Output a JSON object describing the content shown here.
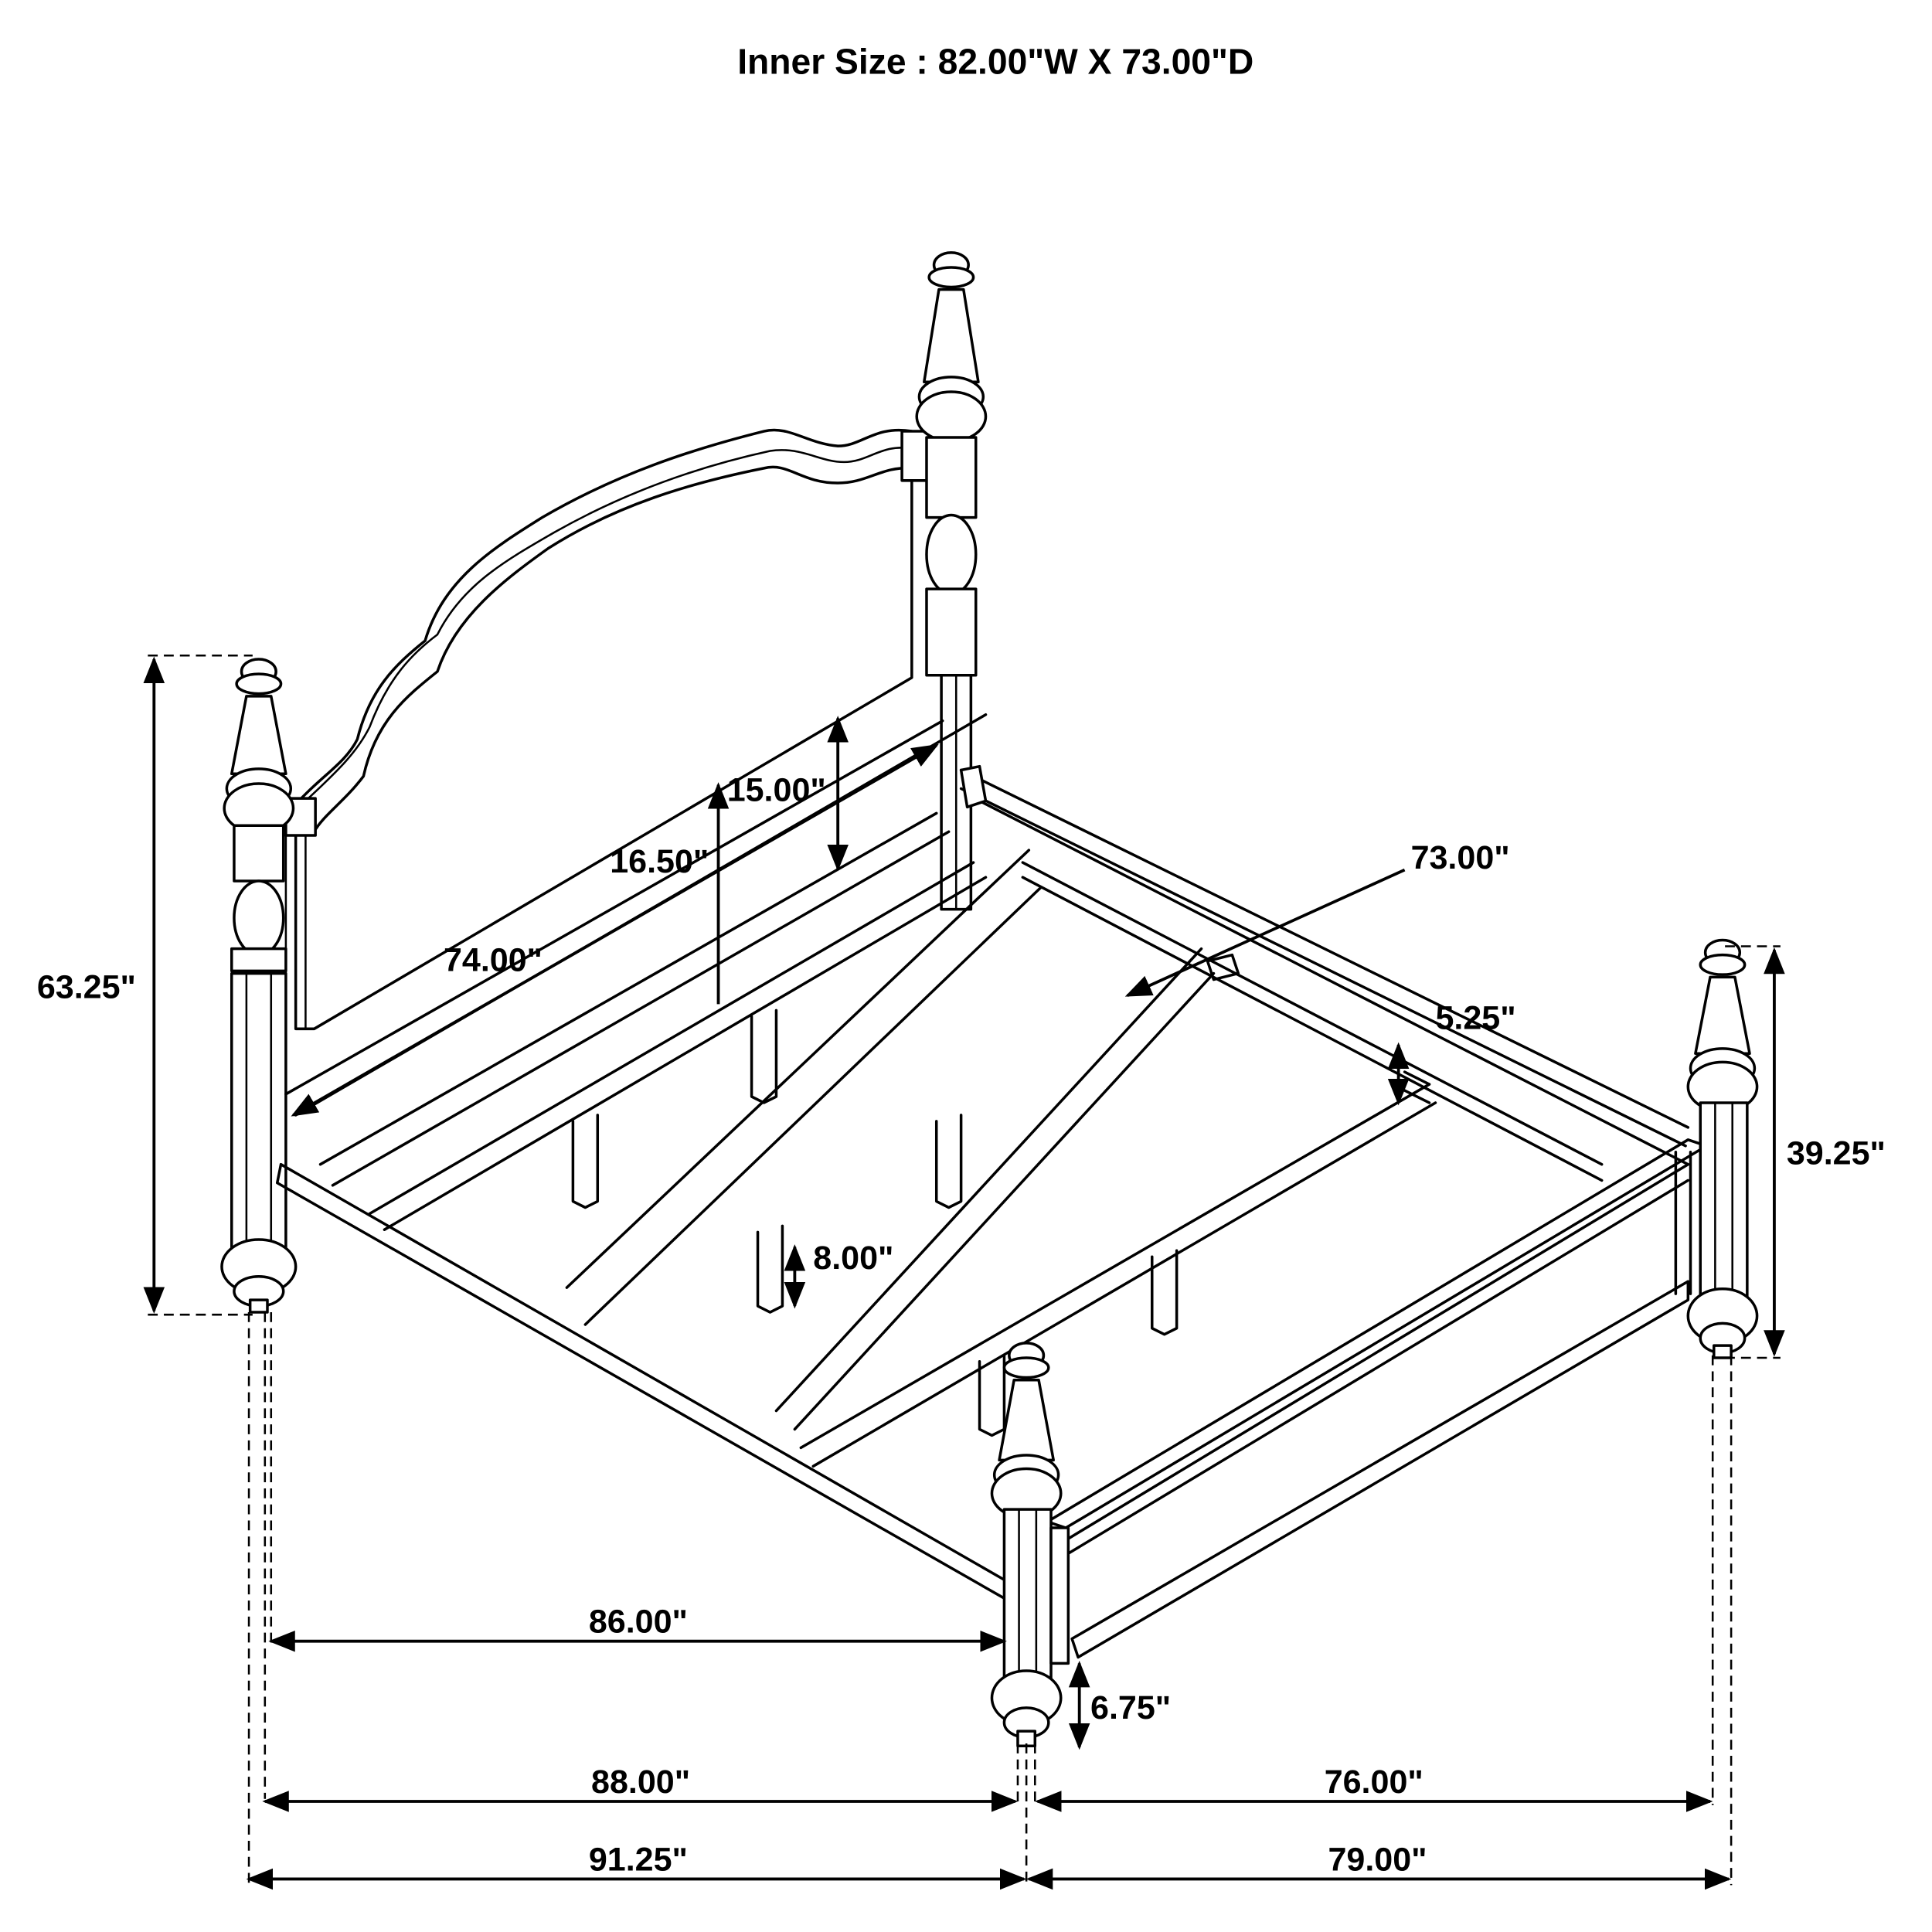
{
  "title": "Inner Size : 82.00\"W X 73.00\"D",
  "inner_size": {
    "width": "82.00\"",
    "depth": "73.00\""
  },
  "dimensions": {
    "overall_headboard_height": "63.25\"",
    "footboard_height": "39.25\"",
    "headboard_panel_to_rail_1": "16.50\"",
    "headboard_panel_to_rail_2": "15.00\"",
    "inner_length": "74.00\"",
    "inner_depth_slat": "73.00\"",
    "side_rail_height": "5.25\"",
    "center_leg_height": "8.00\"",
    "floor_clearance": "6.75\"",
    "side_length_inner": "86.00\"",
    "side_length": "88.00\"",
    "overall_length": "91.25\"",
    "foot_width": "76.00\"",
    "overall_width": "79.00\""
  },
  "colors": {
    "line": "#000000",
    "background": "#ffffff"
  }
}
